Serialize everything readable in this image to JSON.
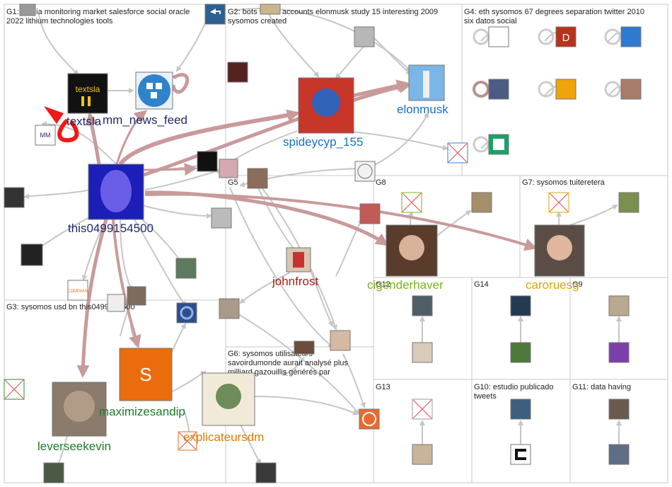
{
  "groups": [
    {
      "id": "G1",
      "text": "G1: media monitoring market salesforce social oracle",
      "text2": "2022 lithium technologies tools"
    },
    {
      "id": "G2",
      "text": "G2: bots twitter accounts elonmusk study 15 interesting 2009",
      "text2": "sysomos created"
    },
    {
      "id": "G3",
      "text": "G3: sysomos usd bn this0499154500",
      "text2": ""
    },
    {
      "id": "G4",
      "text": "G4: eth sysomos 67 degrees separation twitter 2010",
      "text2": "six datos social"
    },
    {
      "id": "G5",
      "text": "G5",
      "text2": ""
    },
    {
      "id": "G6",
      "text": "G6: sysomos utilisateurs",
      "text2": "savoirdumonde aurait analysé plus",
      "text3": "milliard gazouillis générés par"
    },
    {
      "id": "G7",
      "text": "G7: sysomos tuiteretera",
      "text2": ""
    },
    {
      "id": "G8",
      "text": "G8",
      "text2": ""
    },
    {
      "id": "G9",
      "text": "G9",
      "text2": ""
    },
    {
      "id": "G10",
      "text": "G10: estudio publicado",
      "text2": "tweets"
    },
    {
      "id": "G11",
      "text": "G11: data having",
      "text2": ""
    },
    {
      "id": "G12",
      "text": "G12",
      "text2": ""
    },
    {
      "id": "G13",
      "text": "G13",
      "text2": ""
    },
    {
      "id": "G14",
      "text": "G14",
      "text2": ""
    }
  ],
  "nodes": {
    "textsla": "textsla",
    "textsla_logo": "textsla",
    "mm_news_feed": "mm_news_feed",
    "this0499154500": "this0499154500",
    "spideycyp_155": "spideycyp_155",
    "elonmusk": "elonmusk",
    "johnfrost": "johnfrost",
    "cigenderhaver": "cigenderhaver",
    "caroruesg": "caroruesg",
    "maximizesandip": "maximizesandip",
    "leverseekevin": "leverseekevin",
    "explicateursdm": "explicateursdm",
    "avatar_s_letter": "S",
    "avatar_d_letter": "D",
    "company_badge": "COMPANY"
  },
  "colors": {
    "node_blue": "#1a6fc4",
    "node_navy": "#1f2a6b",
    "node_red": "#b01717",
    "node_green": "#1f7a2a",
    "node_lime": "#7ab317",
    "node_orange": "#e07a0a",
    "edge_gray": "#c6c6c6",
    "edge_highlight": "#c99a9a",
    "self_loop_red": "#f01818"
  }
}
